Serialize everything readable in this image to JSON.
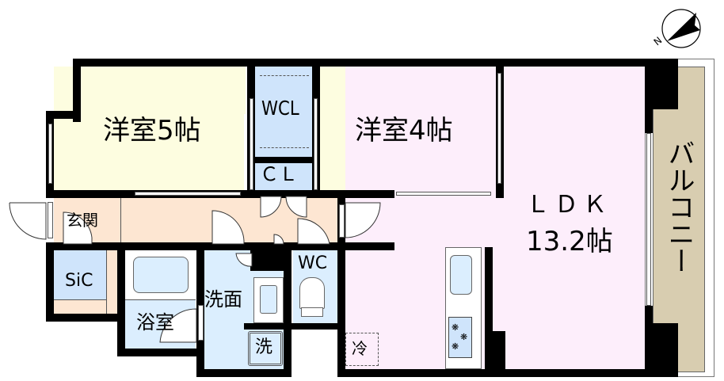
{
  "floorplan": {
    "rooms": {
      "western_room_1": {
        "label": "洋室5帖",
        "color": "#fdfde0"
      },
      "western_room_2": {
        "label": "洋室4帖",
        "color": "#fdfde0"
      },
      "walk_in_closet": {
        "label": "WCL",
        "color": "#cfe4fb"
      },
      "closet": {
        "label": "ＣＬ",
        "color": "#cfe4fb"
      },
      "ldk": {
        "label": "ＬＤＫ",
        "size": "13.2帖",
        "color": "#fdeefb"
      },
      "balcony": {
        "label": "バルコニー",
        "color": "#d8cdb0"
      },
      "entrance": {
        "label": "玄関",
        "color": "#fde6d2"
      },
      "shoe_closet": {
        "label": "SiC",
        "color": "#cfe4fb"
      },
      "bathroom": {
        "label": "浴室",
        "color": "#dbeefe"
      },
      "washroom": {
        "label": "洗面",
        "color": "#dbeefe"
      },
      "toilet": {
        "label": "WC",
        "color": "#dbeefe"
      },
      "washer": {
        "label": "洗"
      },
      "fridge": {
        "label": "冷"
      }
    },
    "compass": {
      "label": "N"
    }
  }
}
